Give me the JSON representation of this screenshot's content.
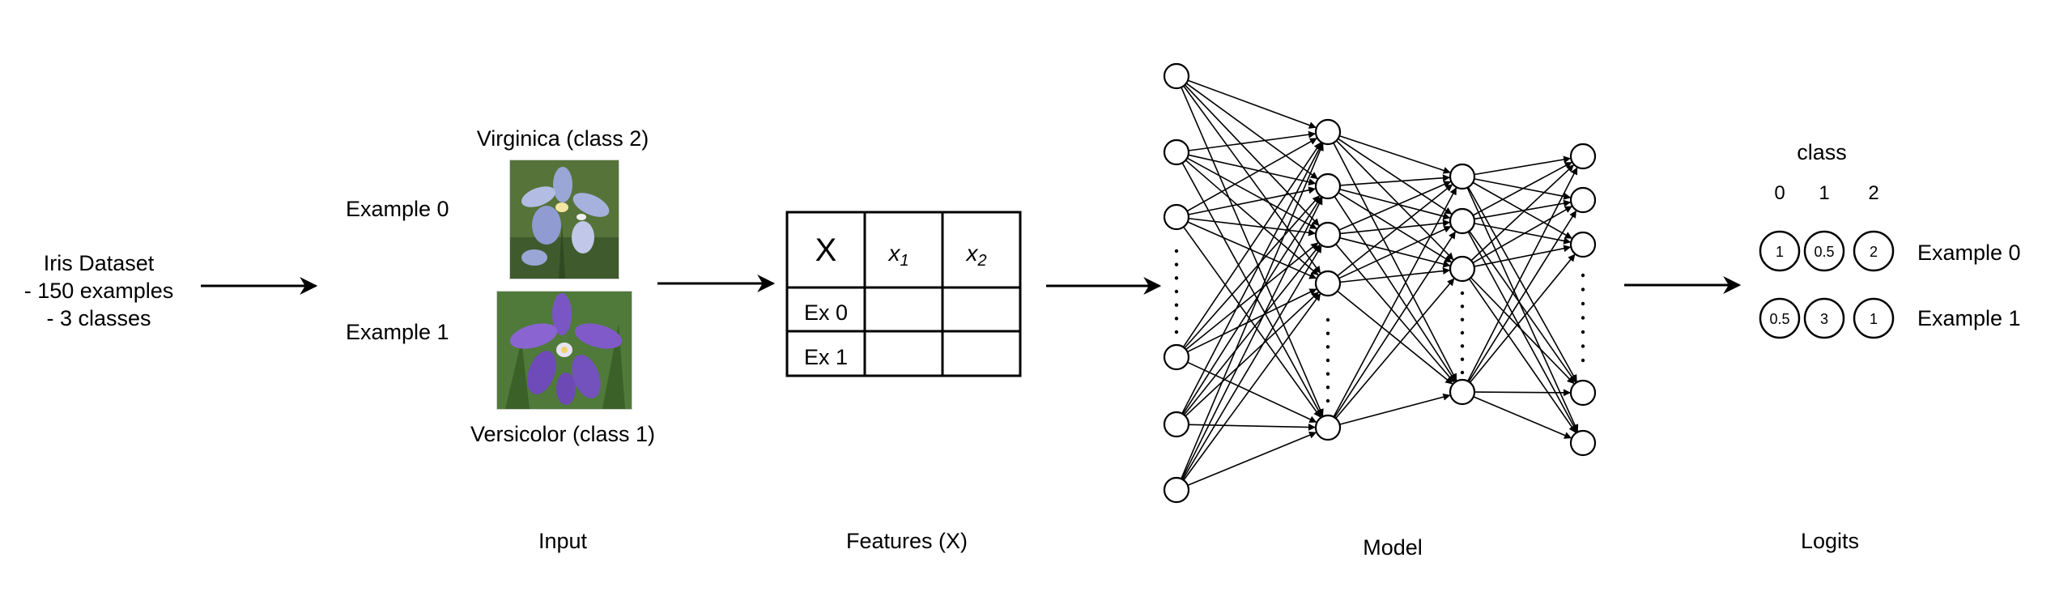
{
  "dataset": {
    "title": "Iris Dataset",
    "lines": [
      "- 150 examples",
      "- 3 classes"
    ]
  },
  "input": {
    "top_flower_label": "Virginica (class 2)",
    "bottom_flower_label": "Versicolor (class 1)",
    "example0_label": "Example 0",
    "example1_label": "Example 1",
    "section_label": "Input"
  },
  "features": {
    "header": [
      "X",
      "x",
      "x"
    ],
    "header_subscripts": [
      "",
      "1",
      "2"
    ],
    "rows": [
      "Ex 0",
      "Ex 1"
    ],
    "section_label": "Features (X)"
  },
  "model": {
    "section_label": "Model"
  },
  "logits": {
    "title": "class",
    "columns": [
      "0",
      "1",
      "2"
    ],
    "rows": [
      {
        "label": "Example 0",
        "values": [
          "1",
          "0.5",
          "2"
        ]
      },
      {
        "label": "Example 1",
        "values": [
          "0.5",
          "3",
          "1"
        ]
      }
    ],
    "section_label": "Logits"
  },
  "colors": {
    "stroke": "#000000",
    "background": "#ffffff",
    "petal_virginica": "#9aa6d6",
    "petal_versicolor": "#7a56c4",
    "foliage": "#4f7a3a"
  }
}
